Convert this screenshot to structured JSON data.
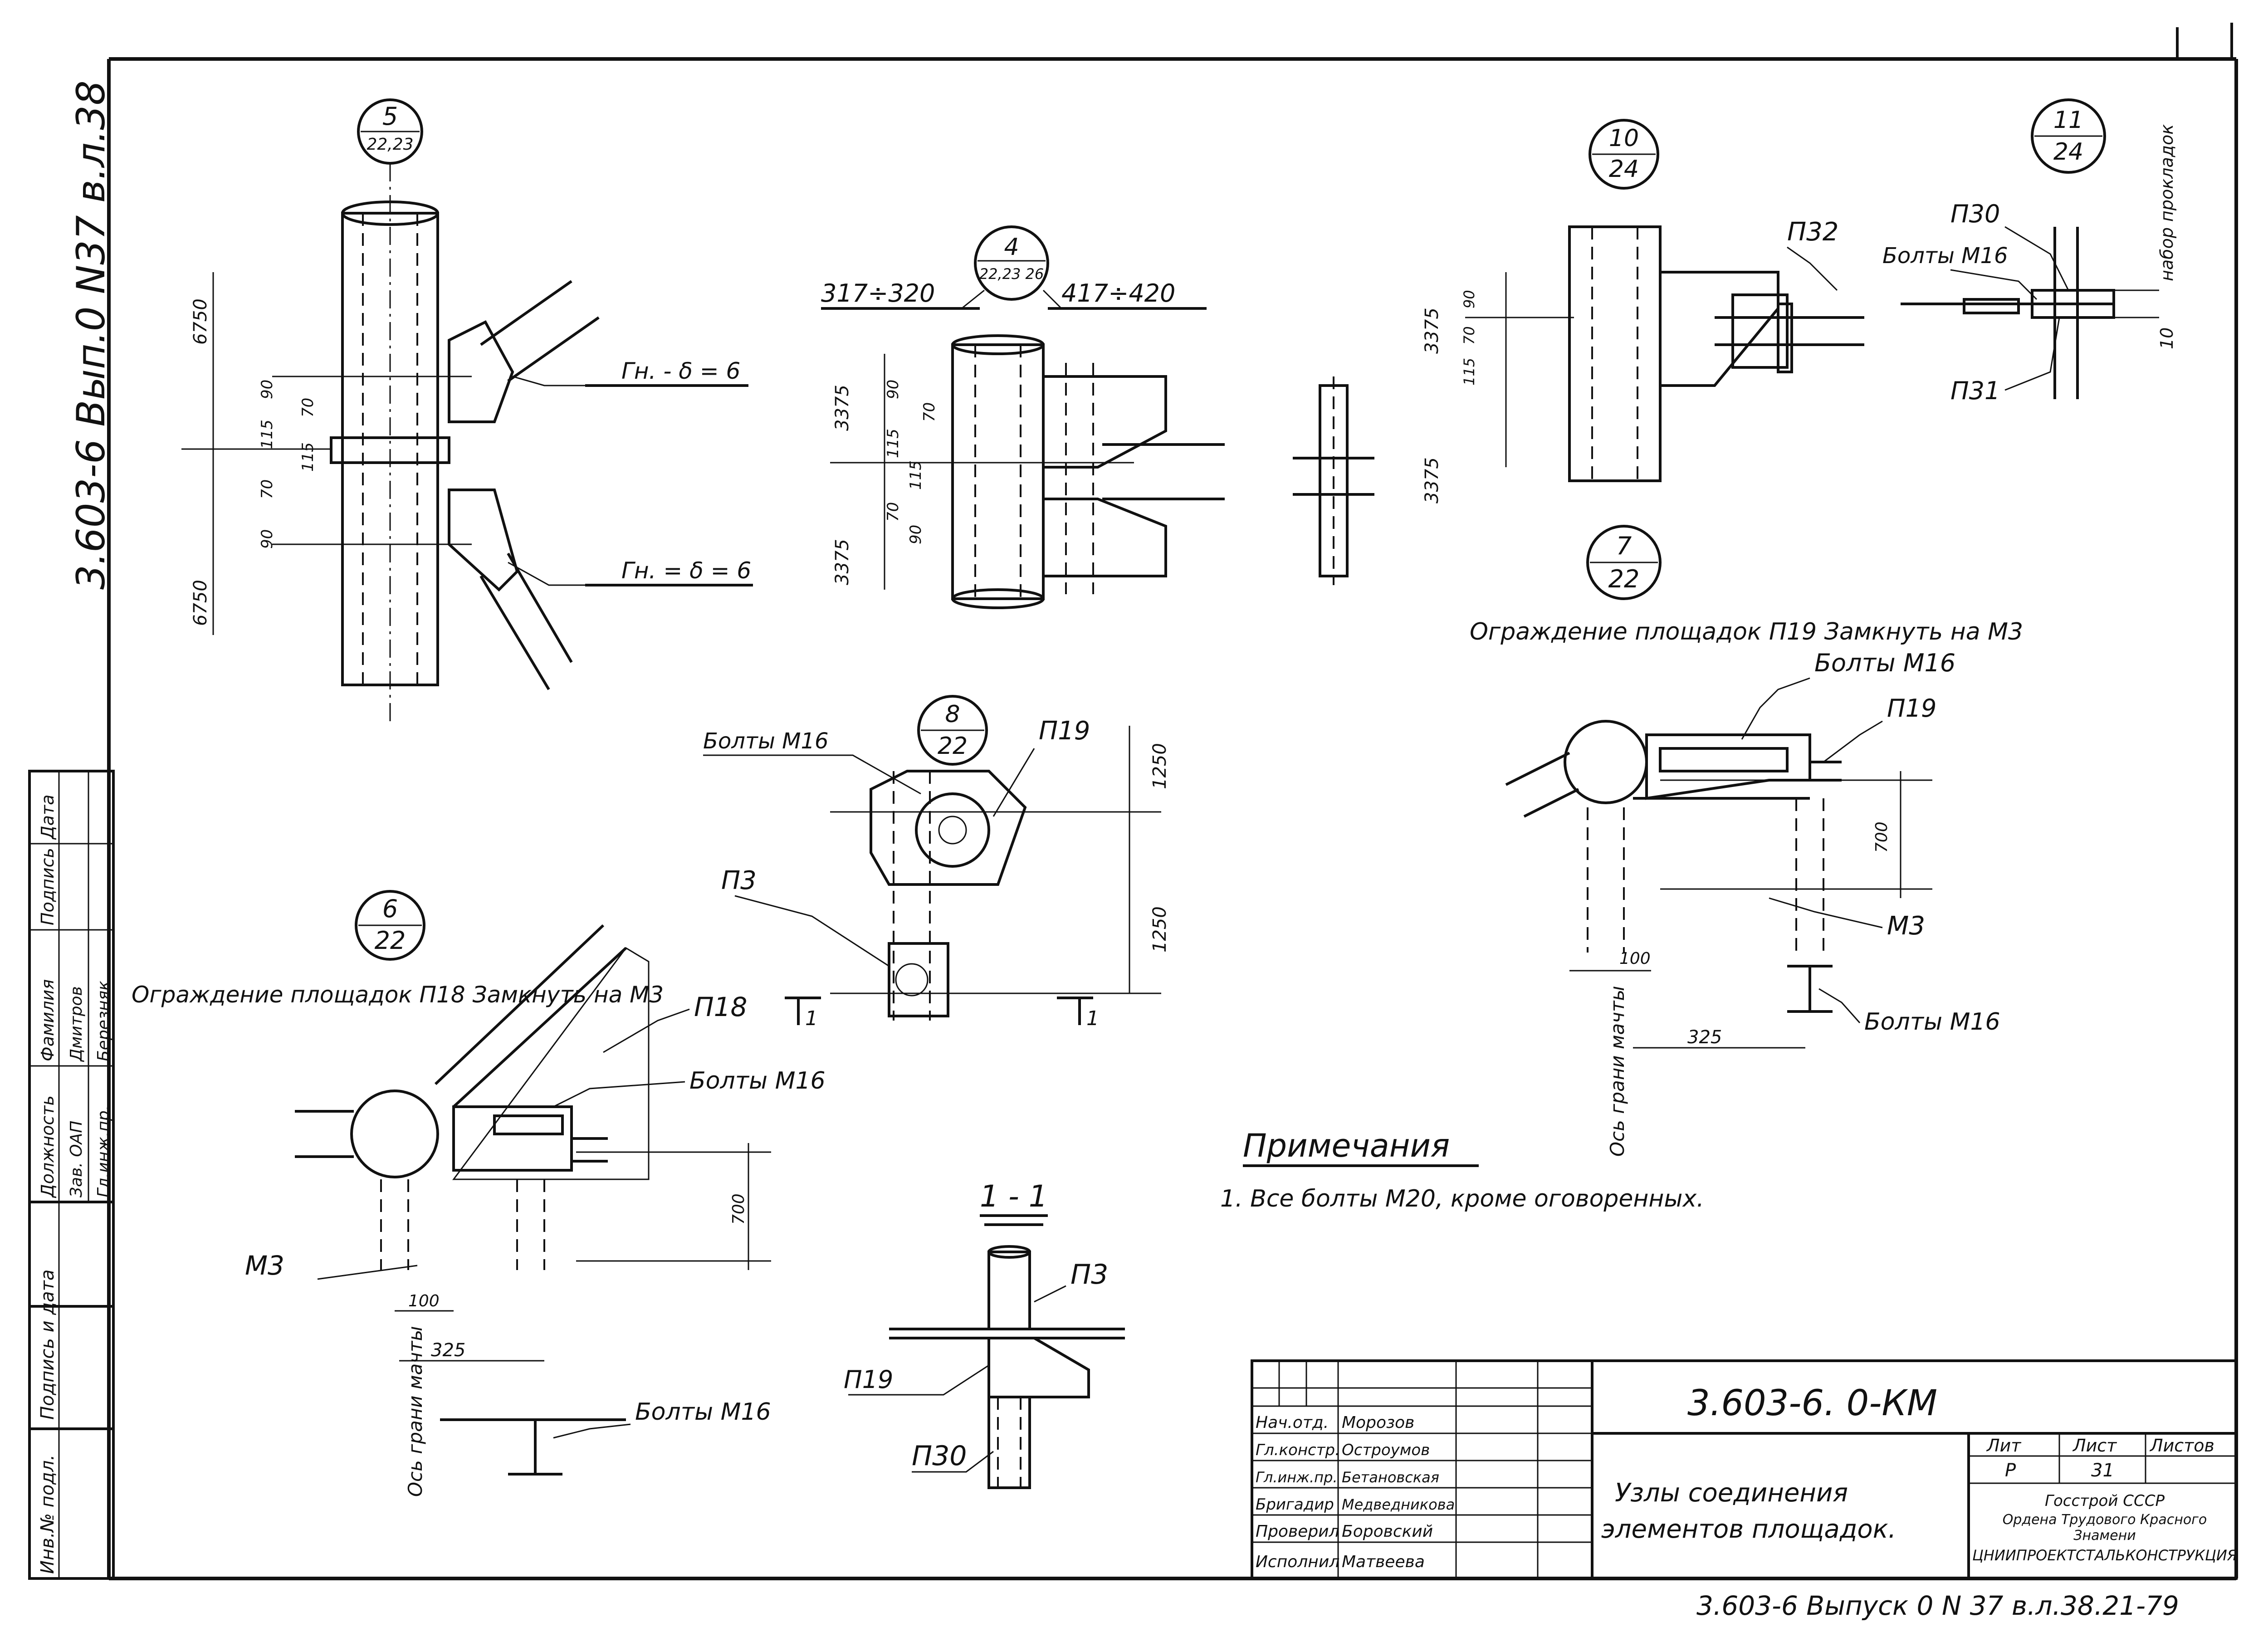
{
  "sheet": {
    "vertical_code": "3.603-6 Вып.0 N37 в.л.38",
    "bottom_code": "3.603-6   Выпуск 0  N 37 в.л.38.21-79"
  },
  "details": {
    "d5": {
      "num": "5",
      "ref": "22,23",
      "dims": [
        "6750",
        "6750",
        "90",
        "70",
        "115",
        "115",
        "70",
        "90"
      ],
      "label_top": "Гн. - δ = 6",
      "label_bot": "Гн. = δ = 6"
    },
    "d4": {
      "num": "4",
      "ref": "22,23 26",
      "left": "317÷320",
      "right": "417÷420",
      "dims": [
        "3375",
        "90",
        "70",
        "115",
        "115",
        "70",
        "90",
        "3375"
      ]
    },
    "d10": {
      "num": "10",
      "ref": "24",
      "dims": [
        "3375",
        "90",
        "70",
        "115",
        "3375"
      ],
      "p32": "П32"
    },
    "d11": {
      "num": "11",
      "ref": "24",
      "p30": "П30",
      "bolts": "Болты М16",
      "p31": "П31",
      "nabor": "набор прокладок",
      "ten": "10"
    },
    "d8": {
      "num": "8",
      "ref": "22",
      "bolts": "Болты М16",
      "p19": "П19",
      "p3": "П3",
      "dims": [
        "1250",
        "1250"
      ],
      "section": "1"
    },
    "d7": {
      "num": "7",
      "ref": "22",
      "guard": "Ограждение площадок П19 Замкнуть на М3",
      "bolts_top": "Болты М16",
      "p19": "П19",
      "m3": "М3",
      "d700": "700",
      "d100": "100",
      "d325": "325",
      "axis": "Ось грани мачты",
      "bolts_bot": "Болты М16"
    },
    "d6": {
      "num": "6",
      "ref": "22",
      "guard": "Ограждение площадок П18 Замкнуть на М3",
      "p18": "П18",
      "bolts": "Болты М16",
      "m3": "М3",
      "d700": "700",
      "d100": "100",
      "d325": "325",
      "axis": "Ось грани мачты",
      "bolts_bot": "Болты М16"
    },
    "s11": {
      "title": "1 - 1",
      "p3": "П3",
      "p19": "П19",
      "p30": "П30"
    }
  },
  "notes": {
    "title": "Примечания",
    "item1": "1. Все болты М20, кроме оговоренных."
  },
  "stamp": {
    "code": "3.603-6. 0-КМ",
    "title_line1": "Узлы соединения",
    "title_line2": "элементов площадок.",
    "head_lit": "Лит",
    "head_list": "Лист",
    "head_listov": "Листов",
    "lit": "Р",
    "list": "31",
    "org1": "Госстрой СССР",
    "org2": "Ордена Трудового Красного",
    "org3": "Знамени",
    "org4": "ЦНИИПРОЕКТСТАЛЬКОНСТРУКЦИЯ",
    "rows": [
      {
        "role": "Нач.отд.",
        "name": "Морозов"
      },
      {
        "role": "Гл.констр.",
        "name": "Остроумов"
      },
      {
        "role": "Гл.инж.пр.",
        "name": "Бетановская"
      },
      {
        "role": "Бригадир",
        "name": "Медведникова"
      },
      {
        "role": "Проверил",
        "name": "Боровский"
      },
      {
        "role": "Исполнил",
        "name": "Матвеева"
      }
    ]
  },
  "side_stamp": {
    "headers": [
      "Должность",
      "Фамилия",
      "Подпись",
      "Дата"
    ],
    "rows": [
      {
        "role": "Зав. ОАП",
        "name": "Дмитров"
      },
      {
        "role": "Гл.инж.пр.",
        "name": "Березняк"
      }
    ],
    "inv": "Инв.№ подл.",
    "sign": "Подпись и дата"
  }
}
